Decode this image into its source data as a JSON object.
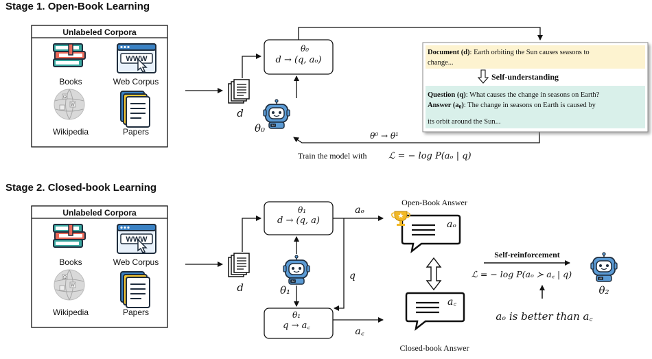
{
  "stage1": {
    "title": "Stage 1. Open-Book Learning",
    "corpora_title": "Unlabeled Corpora",
    "sources": [
      "Books",
      "Web Corpus",
      "Wikipedia",
      "Papers"
    ],
    "doc_symbol": "d",
    "model_box_top": "θ₀",
    "model_box_expr": "d → (q, aₒ)",
    "robot_label": "θ₀",
    "loop_label": "θ⁰ → θ¹",
    "train_prefix": "Train the model with",
    "train_formula": "ℒ = − log P(aₒ | q)",
    "card": {
      "doc_key": "Document (d)",
      "doc_text_1": ": Earth orbiting the Sun causes seasons to",
      "doc_text_2": "change...",
      "arrow_label": "Self-understanding",
      "q_key": "Question (q)",
      "q_text": ": What causes the change in seasons on Earth?",
      "a_key": "Answer (a",
      "a_key_sub": "0",
      "a_key_end": ")",
      "a_text_1": ":  The change in seasons on Earth is caused  by",
      "a_text_2": "its orbit around the Sun..."
    }
  },
  "stage2": {
    "title": "Stage 2. Closed-book Learning",
    "corpora_title": "Unlabeled Corpora",
    "sources": [
      "Books",
      "Web Corpus",
      "Wikipedia",
      "Papers"
    ],
    "doc_symbol": "d",
    "open_box_top": "θ₁",
    "open_box_expr": "d → (q, a)",
    "closed_box_top": "θ₁",
    "closed_box_expr": "q → a꜀",
    "robot_label": "θ₁",
    "edge_ao": "aₒ",
    "edge_q": "q",
    "edge_ac": "a꜀",
    "open_answer_label": "Open-Book Answer",
    "open_bubble": "aₒ",
    "closed_answer_label": "Closed-book Answer",
    "closed_bubble": "a꜀",
    "reinforce_label": "Self-reinforcement",
    "reinforce_formula": "ℒ = − log P(aₒ ≻ a꜀ | q)",
    "better_text": "aₒ is better than a꜀",
    "final_robot_label": "θ₂"
  },
  "colors": {
    "doc_card_bg": "#fdf3d0",
    "qa_card_bg": "#d9f0ea",
    "robot_blue": "#5b9bd5",
    "book_red": "#e9695a",
    "book_teal": "#3aa8a0",
    "browser_blue": "#3b82c4",
    "paper_yellow": "#f7c934",
    "trophy_gold": "#f2b825"
  }
}
